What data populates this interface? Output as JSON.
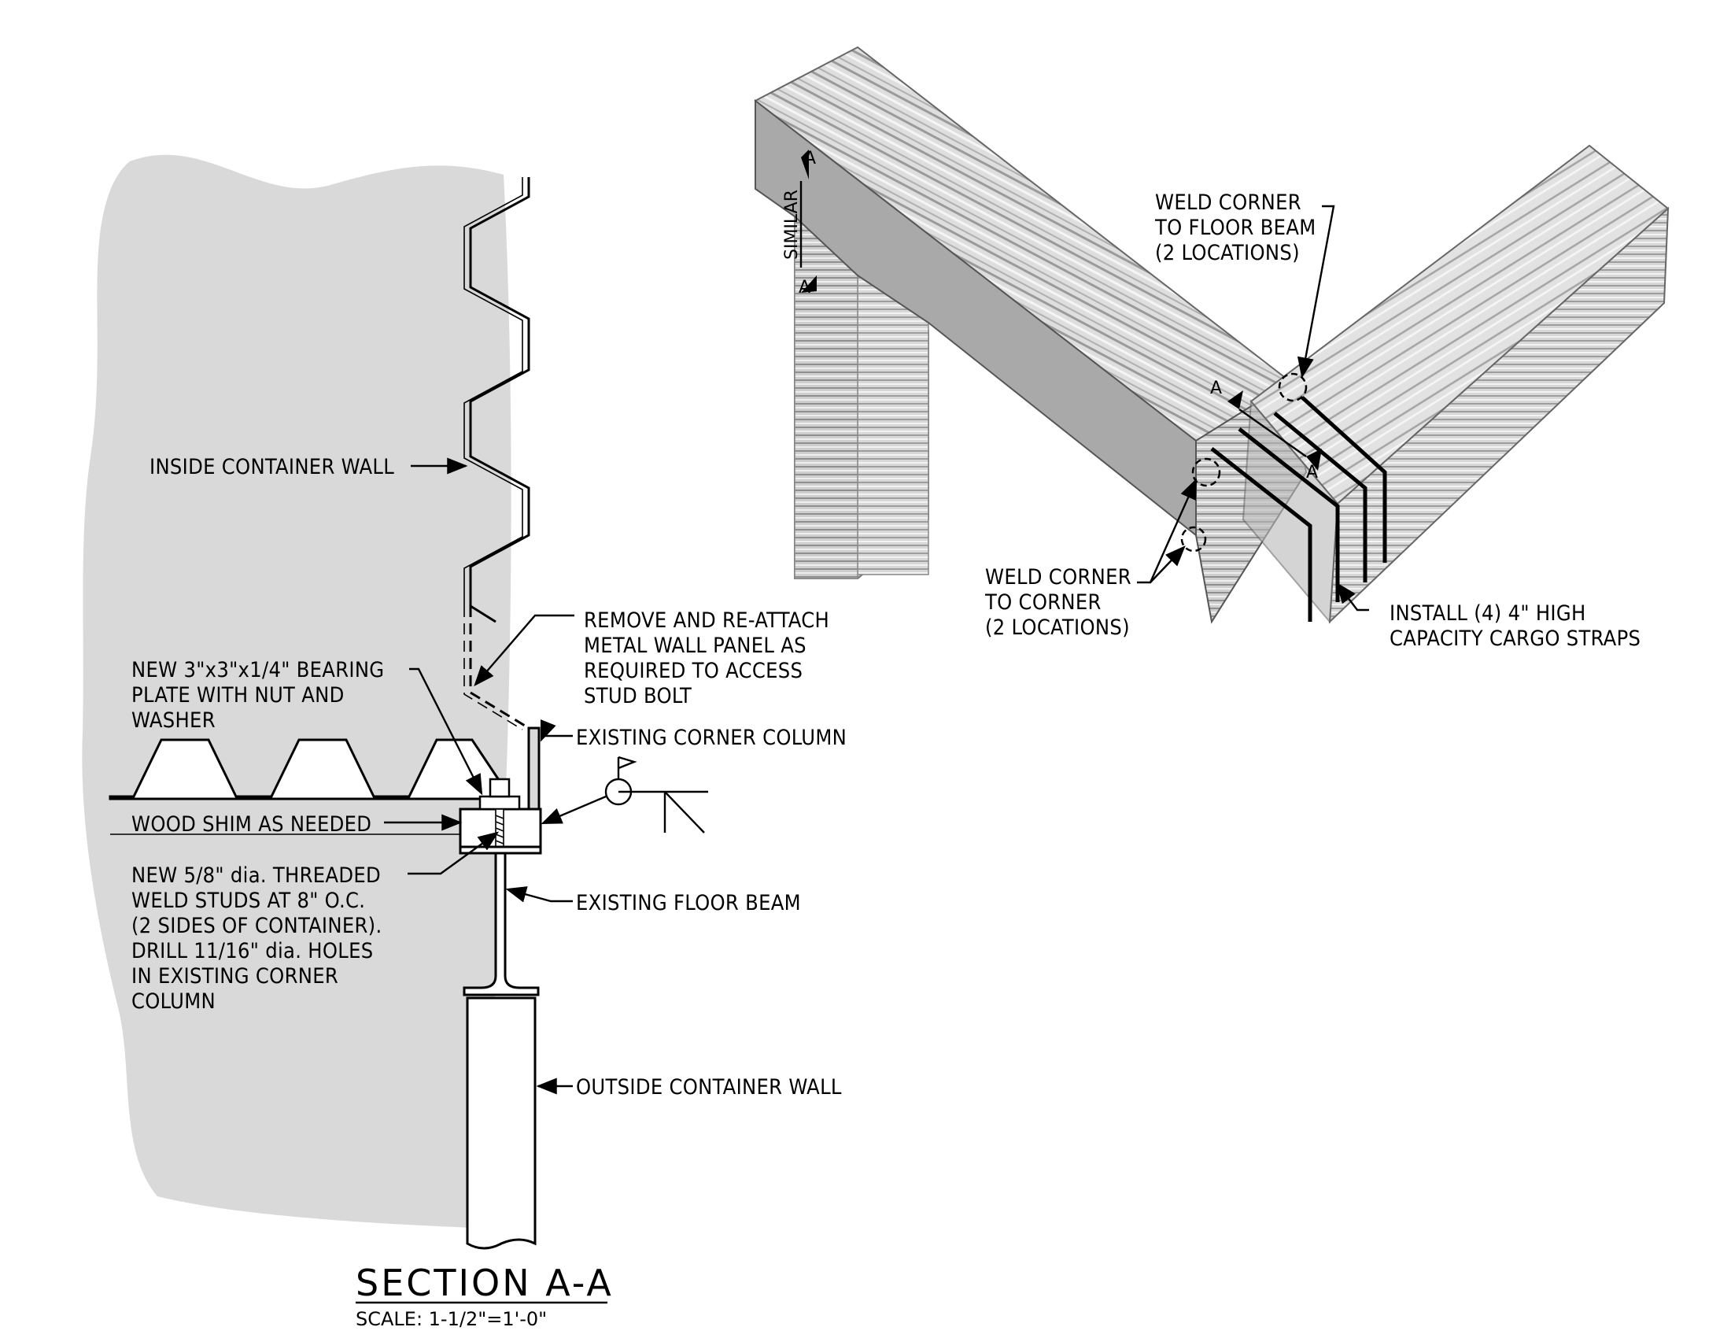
{
  "section": {
    "title": "SECTION A-A",
    "scale": "SCALE: 1-1/2\"=1'-0\""
  },
  "labels": {
    "inside_wall": "INSIDE CONTAINER WALL",
    "remove_panel": [
      "REMOVE AND RE-ATTACH",
      "METAL WALL PANEL AS",
      "REQUIRED TO ACCESS",
      "STUD BOLT"
    ],
    "bearing_plate": [
      "NEW 3\"x3\"x1/4\" BEARING",
      "PLATE WITH NUT AND",
      "WASHER"
    ],
    "corner_column": "EXISTING CORNER COLUMN",
    "wood_shim": "WOOD SHIM AS NEEDED",
    "weld_studs": [
      "NEW 5/8\" dia. THREADED",
      "WELD STUDS AT 8\" O.C.",
      "(2 SIDES OF CONTAINER).",
      "DRILL 11/16\" dia. HOLES",
      "IN EXISTING CORNER",
      "COLUMN"
    ],
    "floor_beam": "EXISTING FLOOR BEAM",
    "outside_wall": "OUTSIDE CONTAINER WALL",
    "weld_corner_beam": [
      "WELD CORNER",
      "TO FLOOR BEAM",
      "(2 LOCATIONS)"
    ],
    "weld_corner_corner": [
      "WELD CORNER",
      "TO CORNER",
      "(2 LOCATIONS)"
    ],
    "cargo_straps": [
      "INSTALL (4) 4\" HIGH",
      "CAPACITY CARGO STRAPS"
    ],
    "similar": "SIMILAR",
    "cut_mark": "A"
  },
  "colors": {
    "background": "#ffffff",
    "fill_gray": "#d9d9d9",
    "container_light": "#dcdcdc",
    "container_mid": "#a9a9a9",
    "container_dark": "#8c8c8c",
    "line": "#000000"
  },
  "icons": [
    "fillet-weld-symbol-icon",
    "section-cut-marker-icon"
  ]
}
